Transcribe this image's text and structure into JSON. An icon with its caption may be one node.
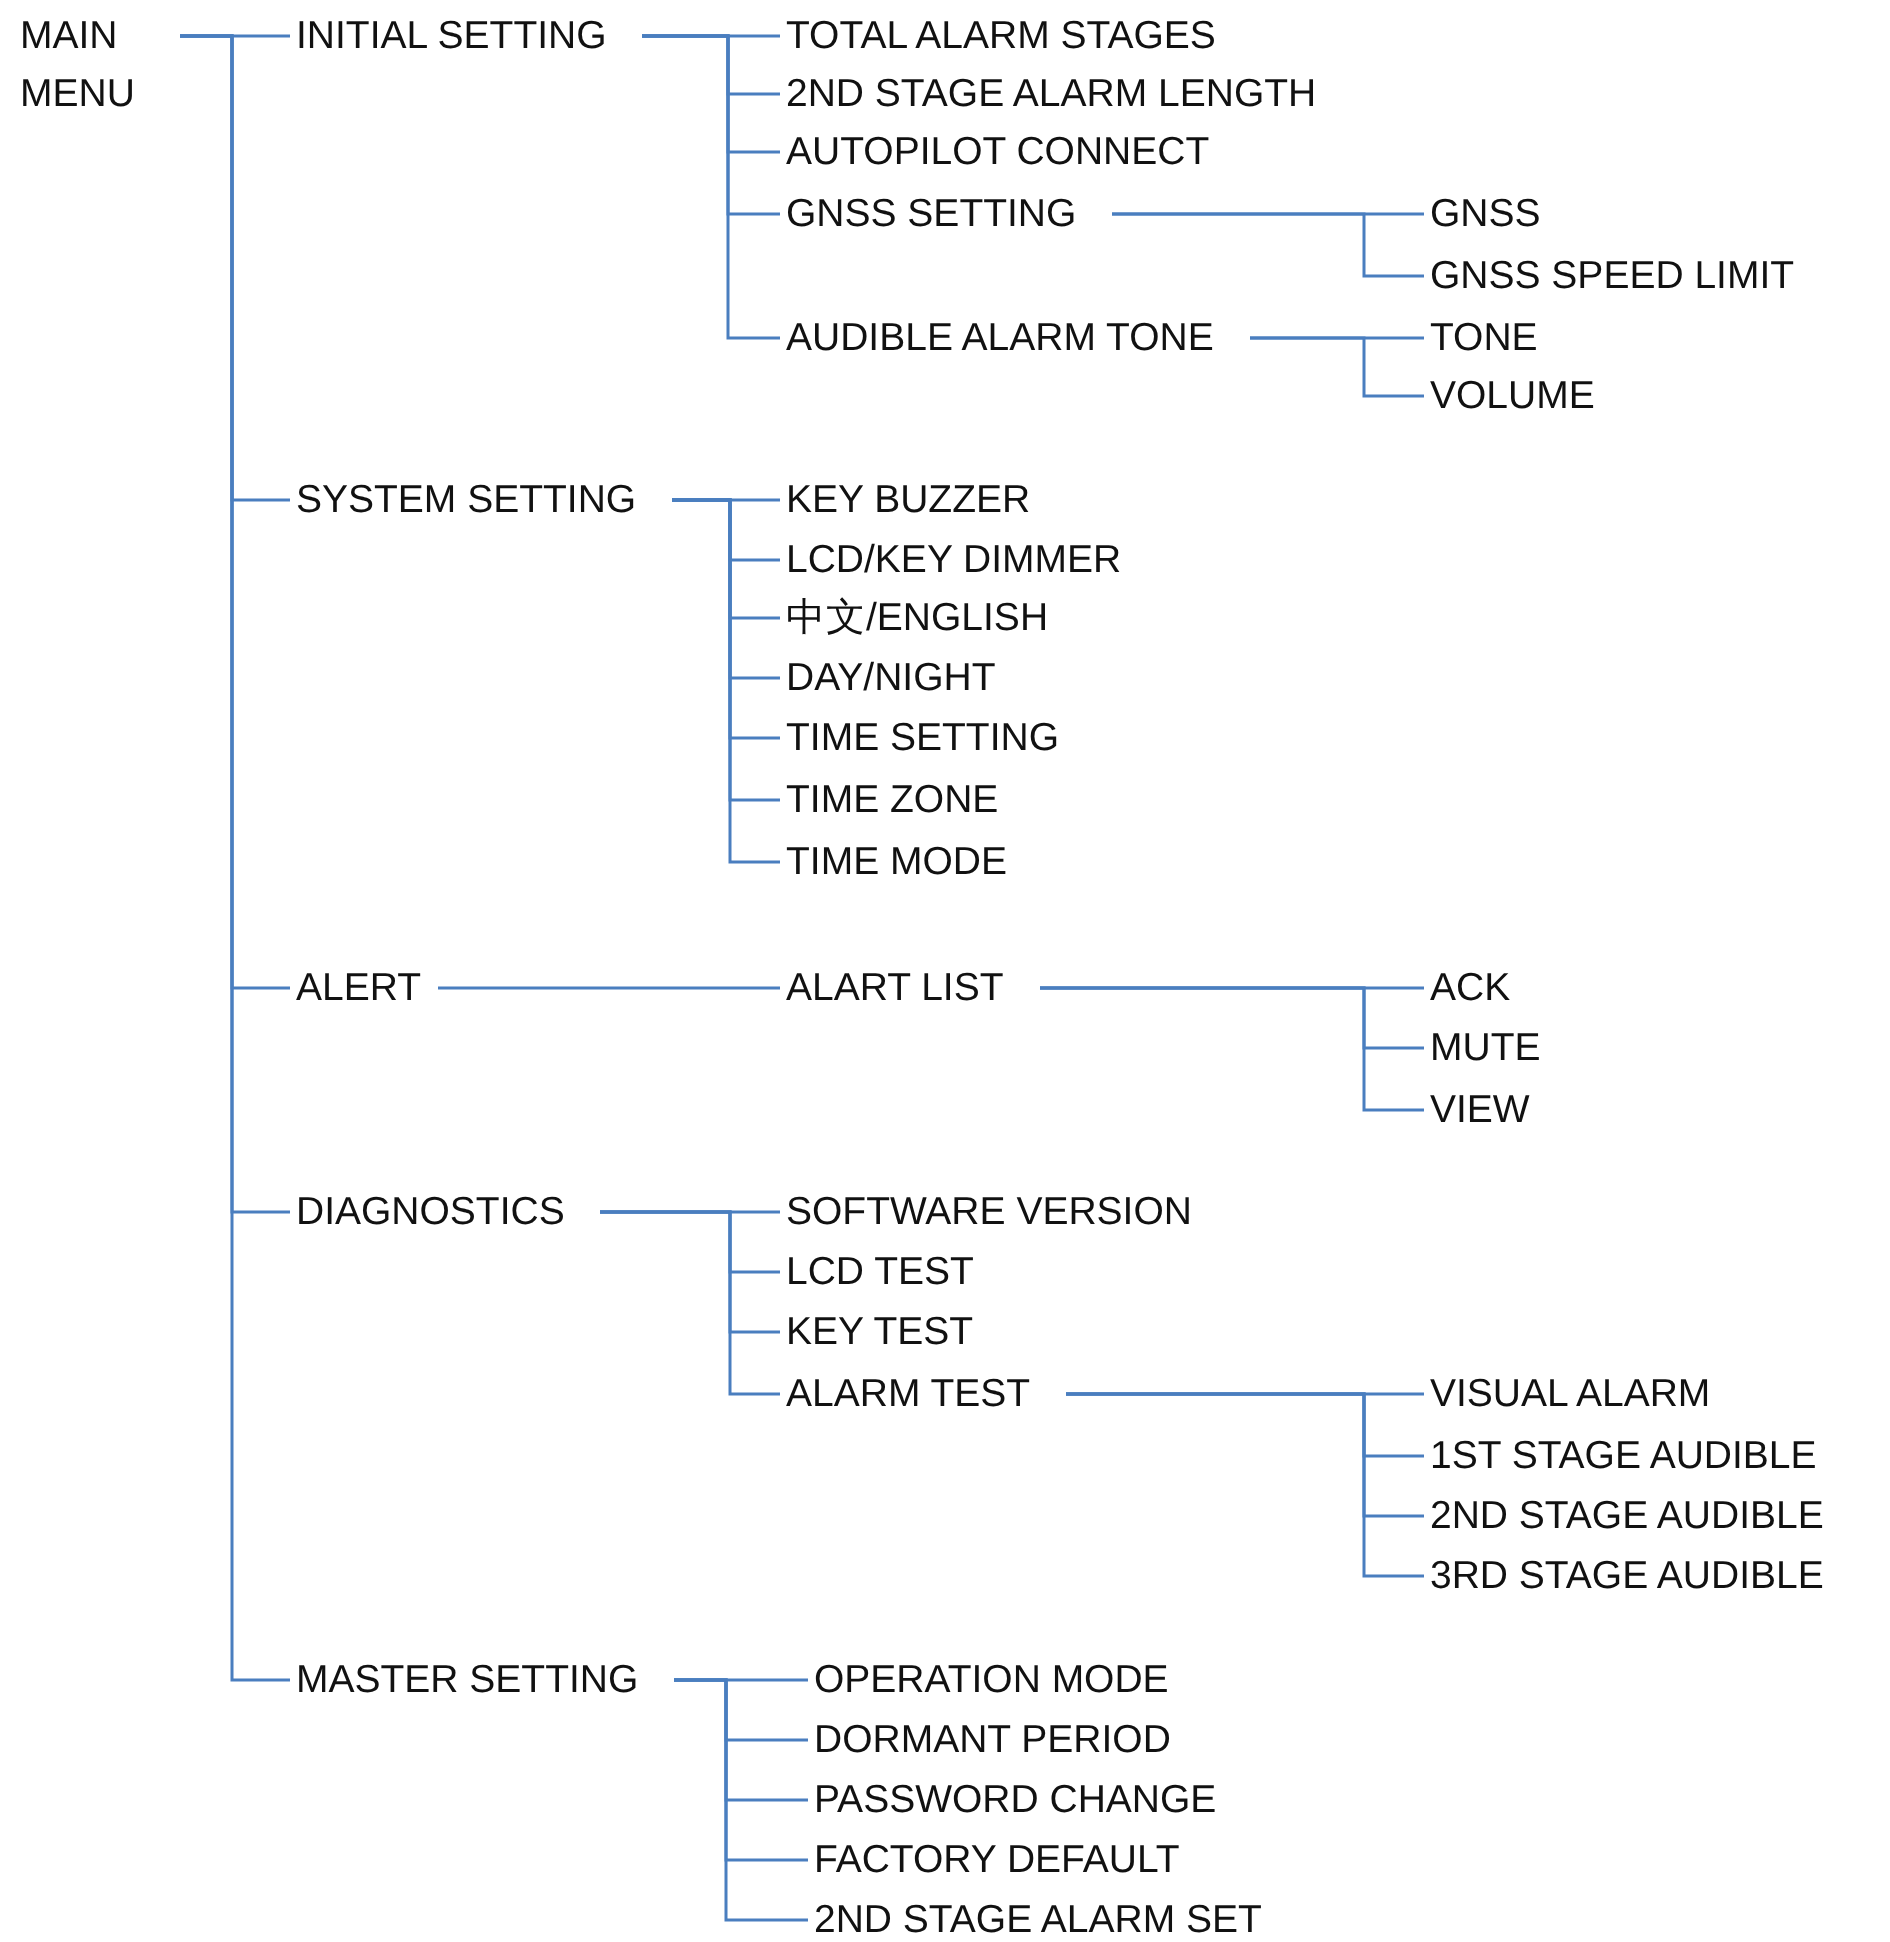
{
  "diagram": {
    "nodes": [
      {
        "text": [
          "MAIN MENU"
        ]
      },
      {
        "text": [
          "INITIAL SETTING"
        ]
      },
      {
        "text": [
          "TOTAL ALARM STAGES"
        ]
      },
      {
        "text": [
          "2ND STAGE ALARM LENGTH"
        ]
      },
      {
        "text": [
          "AUTOPILOT CONNECT"
        ]
      },
      {
        "text": [
          "GNSS SETTING"
        ]
      },
      {
        "text": [
          "GNSS"
        ]
      },
      {
        "text": [
          "GNSS SPEED LIMIT"
        ]
      },
      {
        "text": [
          "AUDIBLE ALARM TONE"
        ]
      },
      {
        "text": [
          "TONE"
        ]
      },
      {
        "text": [
          "VOLUME"
        ]
      },
      {
        "text": [
          "SYSTEM SETTING"
        ]
      },
      {
        "text": [
          "KEY BUZZER"
        ]
      },
      {
        "text": [
          "LCD/KEY DIMMER"
        ]
      },
      {
        "text": [
          "中文/ENGLISH"
        ]
      },
      {
        "text": [
          "DAY/NIGHT"
        ]
      },
      {
        "text": [
          "TIME SETTING"
        ]
      },
      {
        "text": [
          "TIME ZONE"
        ]
      },
      {
        "text": [
          "TIME MODE"
        ]
      },
      {
        "text": [
          "ALERT"
        ]
      },
      {
        "text": [
          "ALART LIST"
        ]
      },
      {
        "text": [
          "ACK"
        ]
      },
      {
        "text": [
          "MUTE"
        ]
      },
      {
        "text": [
          "VIEW"
        ]
      },
      {
        "text": [
          "DIAGNOSTICS"
        ]
      },
      {
        "text": [
          "SOFTWARE VERSION"
        ]
      },
      {
        "text": [
          "LCD TEST"
        ]
      },
      {
        "text": [
          "KEY TEST"
        ]
      },
      {
        "text": [
          "ALARM TEST"
        ]
      },
      {
        "text": [
          "VISUAL ALARM"
        ]
      },
      {
        "text": [
          "1ST STAGE AUDIBLE"
        ]
      },
      {
        "text": [
          "2ND STAGE AUDIBLE"
        ]
      },
      {
        "text": [
          "3RD STAGE AUDIBLE"
        ]
      },
      {
        "text": [
          "MASTER SETTING"
        ]
      },
      {
        "text": [
          "OPERATION MODE"
        ]
      },
      {
        "text": [
          "DORMANT PERIOD"
        ]
      },
      {
        "text": [
          "PASSWORD CHANGE"
        ]
      },
      {
        "text": [
          "FACTORY DEFAULT"
        ]
      },
      {
        "text": [
          "2ND STAGE ALARM SET"
        ]
      }
    ],
    "edges": [
      {
        "from": 0,
        "to": 1,
        "arrow": "none"
      },
      {
        "from": 1,
        "to": 2,
        "arrow": "none"
      },
      {
        "from": 1,
        "to": 3,
        "arrow": "none"
      },
      {
        "from": 1,
        "to": 4,
        "arrow": "none"
      },
      {
        "from": 1,
        "to": 5,
        "arrow": "none"
      },
      {
        "from": 5,
        "to": 6,
        "arrow": "none"
      },
      {
        "from": 5,
        "to": 7,
        "arrow": "none"
      },
      {
        "from": 1,
        "to": 8,
        "arrow": "none"
      },
      {
        "from": 8,
        "to": 9,
        "arrow": "none"
      },
      {
        "from": 8,
        "to": 10,
        "arrow": "none"
      },
      {
        "from": 0,
        "to": 11,
        "arrow": "none"
      },
      {
        "from": 11,
        "to": 12,
        "arrow": "none"
      },
      {
        "from": 11,
        "to": 13,
        "arrow": "none"
      },
      {
        "from": 11,
        "to": 14,
        "arrow": "none"
      },
      {
        "from": 11,
        "to": 15,
        "arrow": "none"
      },
      {
        "from": 11,
        "to": 16,
        "arrow": "none"
      },
      {
        "from": 11,
        "to": 17,
        "arrow": "none"
      },
      {
        "from": 11,
        "to": 18,
        "arrow": "none"
      },
      {
        "from": 0,
        "to": 19,
        "arrow": "none"
      },
      {
        "from": 19,
        "to": 20,
        "arrow": "none"
      },
      {
        "from": 20,
        "to": 21,
        "arrow": "none"
      },
      {
        "from": 20,
        "to": 22,
        "arrow": "none"
      },
      {
        "from": 20,
        "to": 23,
        "arrow": "none"
      },
      {
        "from": 0,
        "to": 24,
        "arrow": "none"
      },
      {
        "from": 24,
        "to": 25,
        "arrow": "none"
      },
      {
        "from": 24,
        "to": 26,
        "arrow": "none"
      },
      {
        "from": 24,
        "to": 27,
        "arrow": "none"
      },
      {
        "from": 24,
        "to": 28,
        "arrow": "none"
      },
      {
        "from": 28,
        "to": 29,
        "arrow": "none"
      },
      {
        "from": 28,
        "to": 30,
        "arrow": "none"
      },
      {
        "from": 28,
        "to": 31,
        "arrow": "none"
      },
      {
        "from": 28,
        "to": 32,
        "arrow": "none"
      },
      {
        "from": 0,
        "to": 33,
        "arrow": "none"
      },
      {
        "from": 33,
        "to": 34,
        "arrow": "none"
      },
      {
        "from": 33,
        "to": 35,
        "arrow": "none"
      },
      {
        "from": 33,
        "to": 36,
        "arrow": "none"
      },
      {
        "from": 33,
        "to": 37,
        "arrow": "none"
      },
      {
        "from": 33,
        "to": 38,
        "arrow": "none"
      }
    ]
  }
}
